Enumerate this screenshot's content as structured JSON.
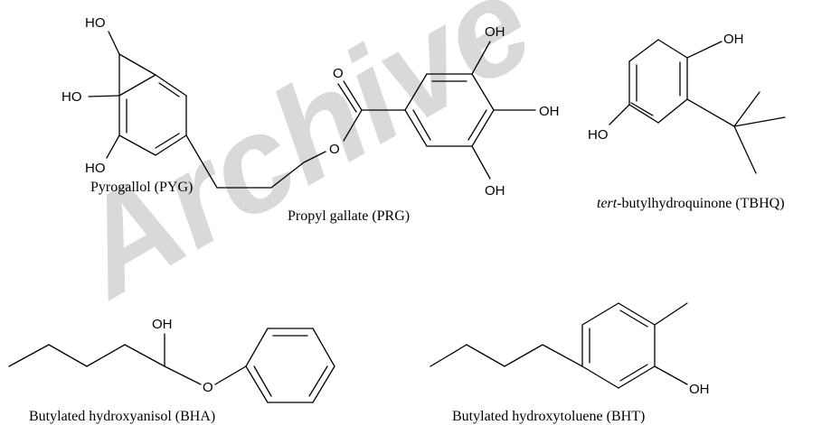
{
  "watermark": "Archive",
  "atoms": {
    "oh": "OH",
    "ho": "HO",
    "o": "O"
  },
  "captions": {
    "pyg": "Pyrogallol (PYG)",
    "prg": "Propyl gallate (PRG)",
    "tbhq_italic": "tert",
    "tbhq_rest": "-butylhydroquinone (TBHQ)",
    "bha": "Butylated hydroxyanisol (BHA)",
    "bht": "Butylated hydroxytoluene (BHT)"
  }
}
